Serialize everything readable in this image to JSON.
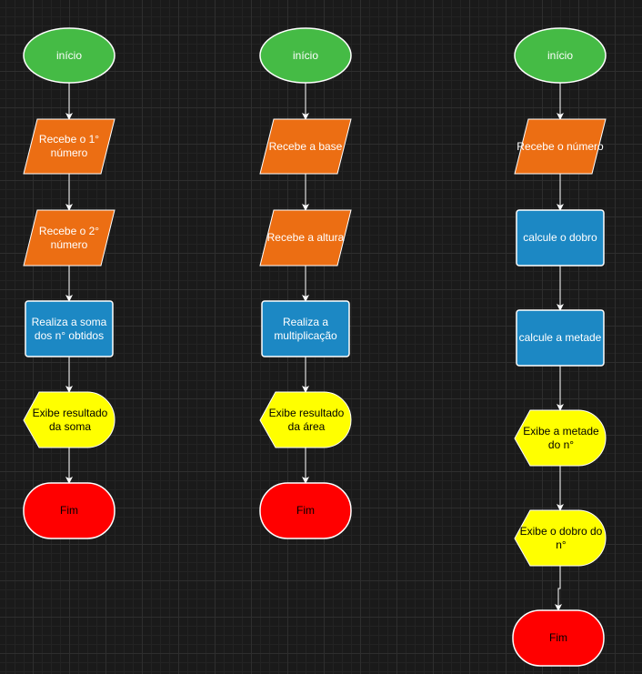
{
  "colors": {
    "terminator_start": "#45bb45",
    "terminator_end": "#ff0000",
    "io": "#ec6e13",
    "process": "#1c88c4",
    "display": "#ffff00",
    "edge": "#ffffff"
  },
  "flow1": {
    "start": "início",
    "input1": "Recebe o 1° número",
    "input2": "Recebe o 2° número",
    "process": "Realiza a soma dos n° obtidos",
    "display": "Exibe resultado da soma",
    "end": "Fim"
  },
  "flow2": {
    "start": "início",
    "input1": "Recebe a base",
    "input2": "Recebe a altura",
    "process": "Realiza a multiplicação",
    "display": "Exibe resultado da área",
    "end": "Fim"
  },
  "flow3": {
    "start": "início",
    "input1": "Recebe o número",
    "process1": "calcule o dobro",
    "process2": "calcule a metade",
    "display1": "Exibe a metade do n°",
    "display2": "Exibe o dobro do n°",
    "end": "Fim"
  }
}
